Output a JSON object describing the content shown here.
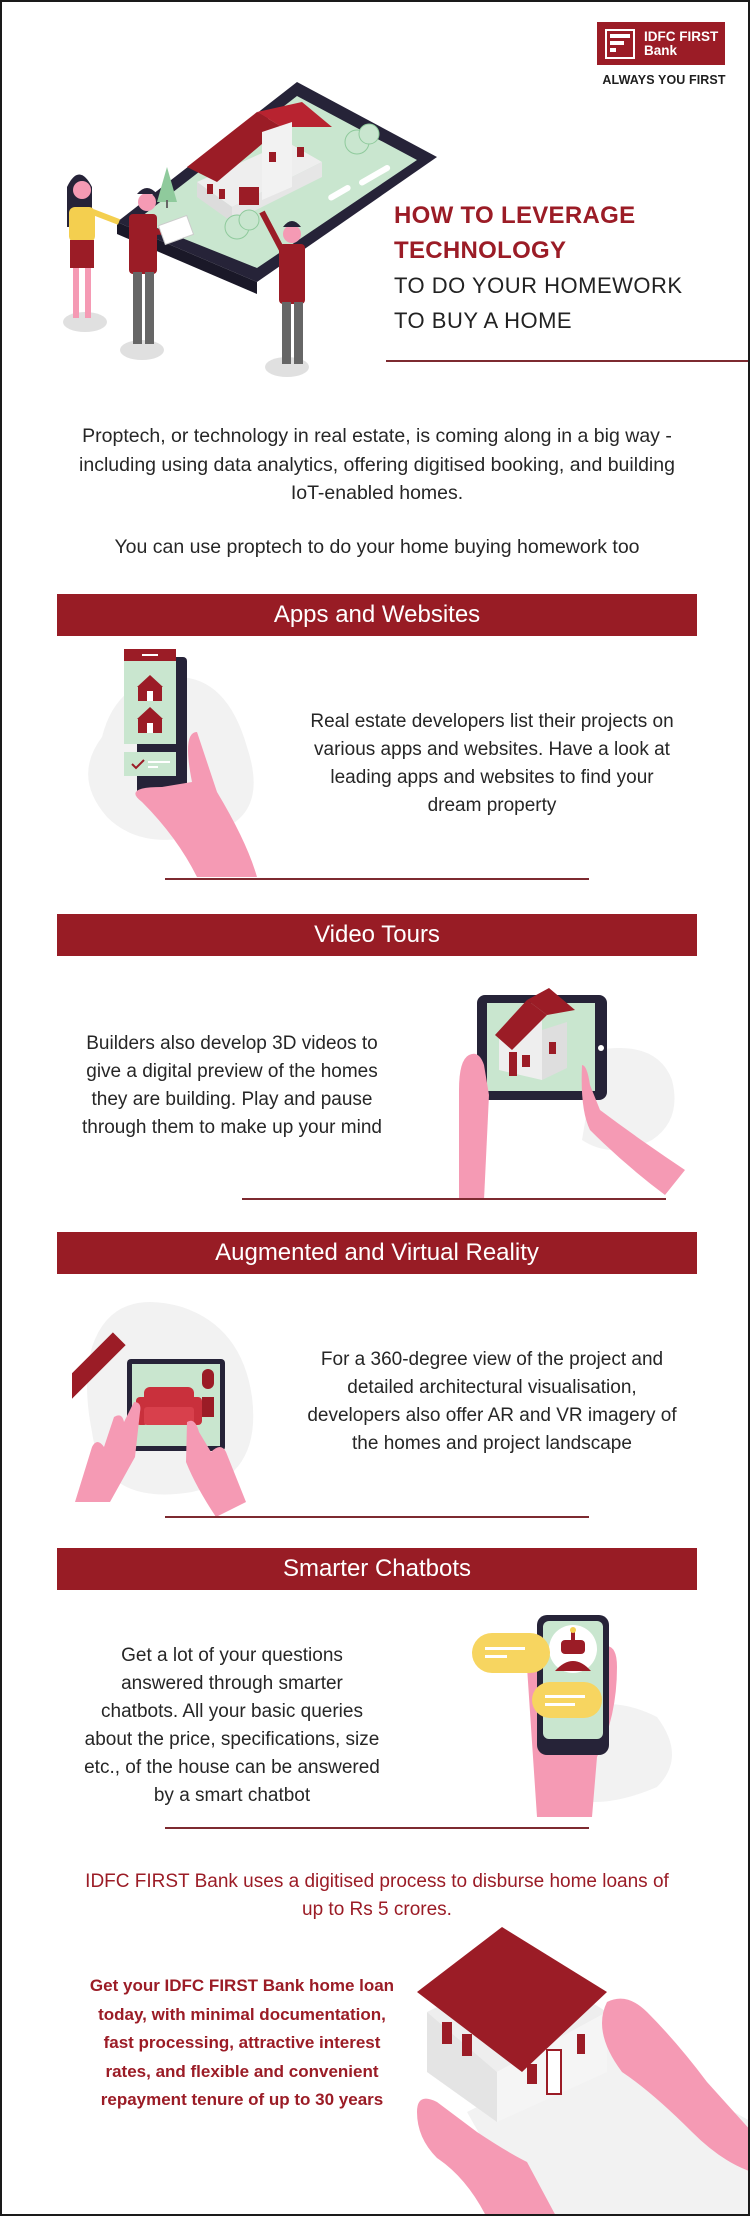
{
  "brand": {
    "name_line1": "IDFC FIRST",
    "name_line2": "Bank",
    "tagline": "ALWAYS YOU FIRST",
    "color": "#9b1c26"
  },
  "hero": {
    "title_line1": "HOW TO LEVERAGE",
    "title_line2": "TECHNOLOGY",
    "subtitle_line1": "TO DO YOUR HOMEWORK",
    "subtitle_line2": "TO BUY A HOME",
    "illustration": "people-viewing-house-on-phone"
  },
  "intro": {
    "paragraph": "Proptech, or technology in real estate, is coming along in a big way - including using data analytics, offering digitised booking, and building IoT-enabled homes.",
    "lead": "You can use proptech to do your home buying homework too"
  },
  "sections": [
    {
      "heading": "Apps and Websites",
      "text": "Real estate developers list their projects on various apps and websites. Have a look at leading apps and websites to find your dream property",
      "illustration": "hand-holding-phone-with-listings"
    },
    {
      "heading": "Video Tours",
      "text": "Builders also develop 3D videos to give a digital preview of the homes they are building. Play and pause through them to make up your mind",
      "illustration": "hands-holding-tablet-with-3d-house"
    },
    {
      "heading": "Augmented and Virtual Reality",
      "text": "For a 360-degree view of the project and detailed architectural visualisation, developers also offer AR and VR imagery of the homes and project landscape",
      "illustration": "tablet-with-sofa-and-ruler"
    },
    {
      "heading": "Smarter Chatbots",
      "text": "Get a lot of your questions answered through smarter chatbots. All your basic queries about the price, specifications, size etc., of the house can be answered by a smart chatbot",
      "illustration": "hand-holding-phone-with-chatbot"
    }
  ],
  "closing": {
    "statement": "IDFC FIRST Bank uses a digitised process to disburse home loans of up to Rs 5 crores.",
    "cta": "Get your IDFC FIRST Bank home loan today, with minimal documentation, fast processing, attractive interest rates, and flexible and convenient repayment tenure of up to 30 years",
    "illustration": "hands-holding-house"
  },
  "colors": {
    "primary_red": "#981c25",
    "rule": "#7d2a30",
    "skin_pink": "#f59ab4",
    "screen_green": "#c9e6cf",
    "device_dark": "#262338",
    "bubble_yellow": "#f7d560"
  }
}
